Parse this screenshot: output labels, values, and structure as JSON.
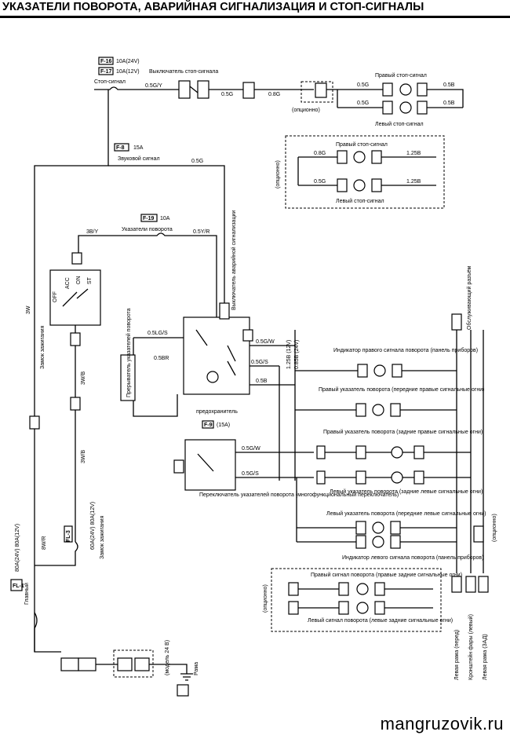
{
  "title": "УКАЗАТЕЛИ ПОВОРОТА, АВАРИЙНАЯ СИГНАЛИЗАЦИЯ И СТОП-СИГНАЛЫ",
  "watermark": "mangruzovik.ru",
  "labels": {
    "f16": "F-16",
    "f16_rating": "10A(24V)",
    "f17": "F-17",
    "f17_rating": "10A(12V)",
    "stop_signal": "Стоп-сигнал",
    "brake_switch": "Выключатель стоп-сигнала",
    "right_stop": "Правый стоп-сигнал",
    "left_stop": "Левый стоп-сигнал",
    "option": "(опционно)",
    "f8": "F-8",
    "f8_rating": "15A",
    "horn": "Звуковой сигнал",
    "f19": "F-19",
    "f19_rating": "10A",
    "turn_indicators": "Указатели поворота",
    "ignition_switch": "Замок зажигания",
    "hazard_switch": "Выключатель аварийной сигнализации",
    "flasher_relay": "Прерыватель указателей поворота",
    "fuse_note": "предохранитель",
    "f9": "F-9",
    "f9_rating": "(15A)",
    "right_indicator_lamp": "Индикатор правого сигнала поворота (панель приборов)",
    "right_front_turn": "Правый указатель поворота (передние правые сигнальные огни)",
    "right_turn_side": "Правый указатель поворота (задние правые сигнальные огни)",
    "left_turn_rear": "Левый указатель поворота (задние левые сигнальные огни)",
    "left_front_turn": "Левый указатель поворота (передние левые сигнальные огни)",
    "left_indicator_lamp": "Индикатор левого сигнала поворота (панель приборов)",
    "multifunction_switch": "Переключатель указателей поворота (многофункциональный переключатель)",
    "right_rear_signal": "Правый сигнал поворота (правые задние сигнальные огни)",
    "left_rear_signal": "Левый сигнал поворота (левые задние сигнальные огни)",
    "fl1": "FL-1",
    "fl1_rating": "80A(24V) 80A(12V)",
    "fl1_name": "Главный",
    "fl3": "FL-3",
    "fl3_rating": "60A(24V) 80A(12V)",
    "fl3_name": "Замок зажигания",
    "battery_note": "(модель 24 В)",
    "ground": "Рама",
    "left_frame_front": "Левая рама (перед)",
    "left_frame_rear": "Левая рама (ЗАД)",
    "bracket_left": "Кронштейн фары (левый)",
    "diag_relay": "Обслуживающий разъём",
    "acc": "ACC",
    "on": "ON",
    "st": "ST",
    "off": "OFF"
  },
  "wires": {
    "w_06GY": "0.5G/Y",
    "w_05G": "0.5G",
    "w_08G": "0.8G",
    "w_125B": "1.25B",
    "w_05B": "0.5B",
    "w_3BY": "3B/Y",
    "w_05YR": "0.5Y/R",
    "w_05LGS": "0.5LG/S",
    "w_05GW": "0.5G/W",
    "w_05GS": "0.5G/S",
    "w_3W": "3W",
    "w_3WB": "3W/B",
    "w_8WR": "8W/R",
    "w_05BR": "0.5BR",
    "w_125B12": "1.25B (12V)",
    "w_085B24": "0.85B (24V)"
  }
}
